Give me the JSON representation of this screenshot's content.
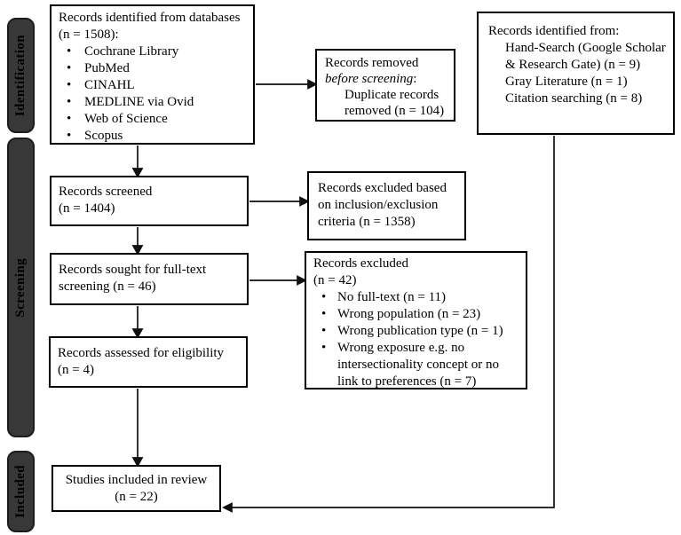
{
  "colors": {
    "background": "#ffffff",
    "box_border": "#000000",
    "stage_fill": "#383838",
    "stage_text": "#000000",
    "arrow": "#111111"
  },
  "stages": {
    "identification": "Identification",
    "screening": "Screening",
    "included": "Included"
  },
  "bullet_glyph": "•",
  "boxes": {
    "db": {
      "line1": "Records identified from databases",
      "line2": "(n = 1508):",
      "items": [
        "Cochrane Library",
        "PubMed",
        "CINAHL",
        "MEDLINE via Ovid",
        "Web of Science",
        "Scopus"
      ]
    },
    "removed": {
      "line1": "Records removed",
      "line2_italic": "before screening",
      "line2_colon": ":",
      "line3": "Duplicate records",
      "line4": "removed (n = 104)"
    },
    "other": {
      "title": "Records identified from:",
      "items": [
        "Hand-Search (Google Scholar & Research Gate) (n = 9)",
        "Gray Literature (n = 1)",
        "Citation searching (n = 8)"
      ]
    },
    "screened": {
      "line1": "Records screened",
      "line2": "(n = 1404)"
    },
    "excluded1": {
      "line1": "Records excluded based",
      "line2": "on inclusion/exclusion",
      "line3": "criteria (n = 1358)"
    },
    "fulltext": {
      "line1": "Records sought for full-text",
      "line2": "screening (n = 46)"
    },
    "excluded2": {
      "line1": "Records excluded",
      "line2": "(n = 42)",
      "items": [
        "No full-text (n = 11)",
        "Wrong population (n = 23)",
        "Wrong publication type (n = 1)",
        "Wrong exposure e.g. no intersectionality concept or no link to preferences (n = 7)"
      ]
    },
    "eligibility": {
      "line1": "Records assessed for eligibility",
      "line2": "(n = 4)"
    },
    "included": {
      "line1": "Studies included in review",
      "line2": "(n = 22)"
    }
  }
}
